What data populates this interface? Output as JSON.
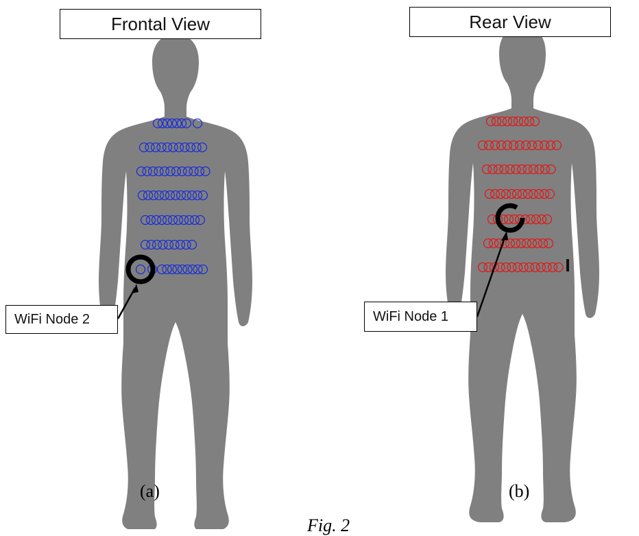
{
  "panels": [
    {
      "title": "Frontal View",
      "sublabel": "(a)",
      "node_label": "WiFi Node 2",
      "sensor_color": "#1a2ed6"
    },
    {
      "title": "Rear View",
      "sublabel": "(b)",
      "node_label": "WiFi Node 1",
      "sensor_color": "#e01818"
    }
  ],
  "caption": "Fig. 2",
  "colors": {
    "body": "#808080",
    "node_ring": "#000000"
  }
}
